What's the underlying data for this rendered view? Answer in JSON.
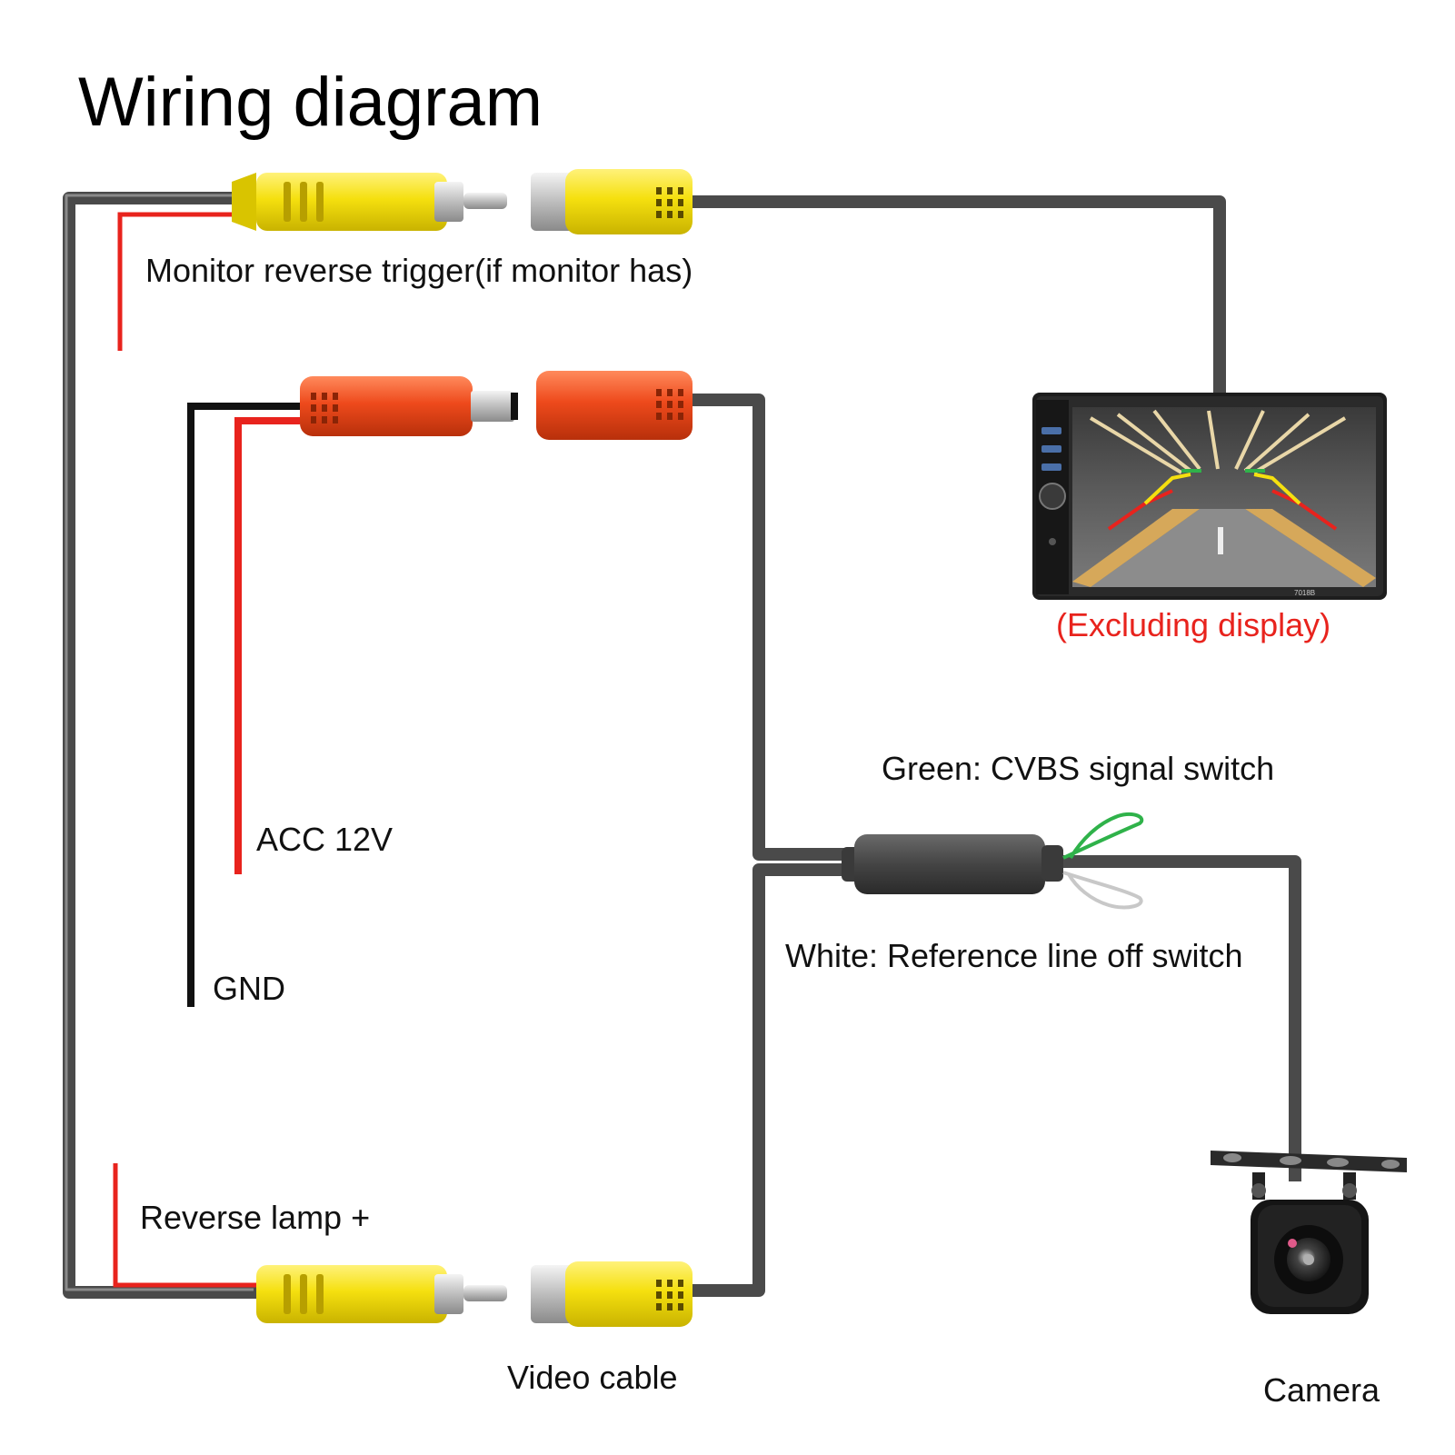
{
  "title": "Wiring diagram",
  "labels": {
    "monitor_trigger": "Monitor reverse trigger(if monitor has)",
    "excluding_display": "(Excluding display)",
    "green_switch": "Green: CVBS signal switch",
    "white_switch": "White: Reference line off switch",
    "acc": "ACC 12V",
    "gnd": "GND",
    "reverse_lamp": "Reverse lamp +",
    "video_cable": "Video cable",
    "camera": "Camera",
    "screen_model": "7018B"
  },
  "colors": {
    "cable": "#4a4a4a",
    "cable_highlight": "#8a8a8a",
    "red_wire": "#e8231d",
    "black_wire": "#111111",
    "yellow_connector": "#f5e00f",
    "red_connector": "#ee4a1c",
    "green_wire": "#2fb24a",
    "white_wire": "#c8c8c8",
    "label_red": "#e8231d"
  },
  "icons": {
    "display": "car-monitor-icon",
    "camera": "backup-camera-icon",
    "video_plug": "rca-plug-icon",
    "power_plug": "dc-plug-icon"
  }
}
